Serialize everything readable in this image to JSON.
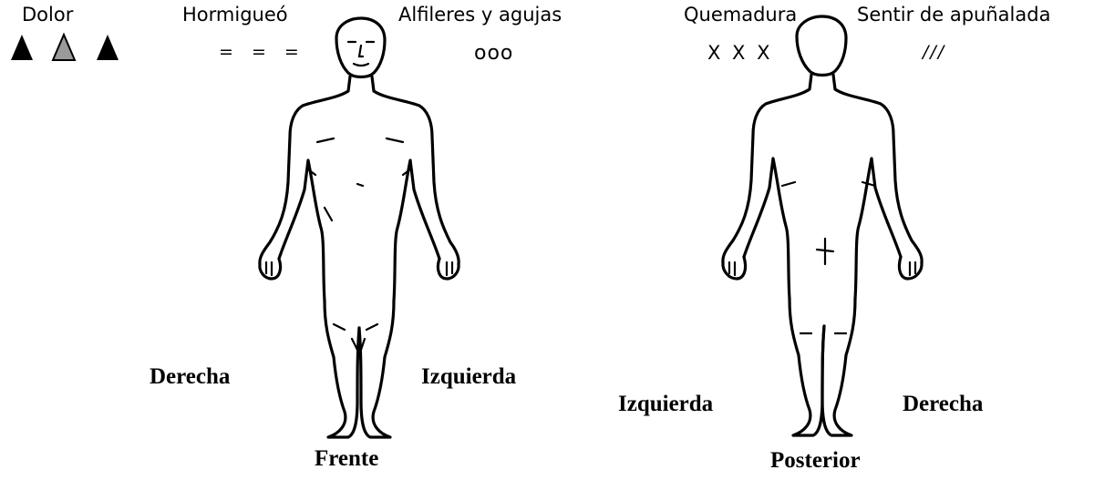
{
  "legend": {
    "pain": {
      "label": "Dolor",
      "symbol_icon": "triangle-icon"
    },
    "tingling": {
      "label": "Hormigueó",
      "symbol": "= = ="
    },
    "pins_needles": {
      "label": "Alfileres y agujas",
      "symbol": "ooo"
    },
    "burning": {
      "label": "Quemadura",
      "symbol": "X X X"
    },
    "stabbing": {
      "label": "Sentir de apuñalada",
      "symbol": "///"
    }
  },
  "front_view": {
    "caption": "Frente",
    "left_side_label": "Derecha",
    "right_side_label": "Izquierda"
  },
  "back_view": {
    "caption": "Posterior",
    "left_side_label": "Izquierda",
    "right_side_label": "Derecha"
  },
  "colors": {
    "ink": "#000000",
    "triangle_gray": "#9a9a9a"
  }
}
